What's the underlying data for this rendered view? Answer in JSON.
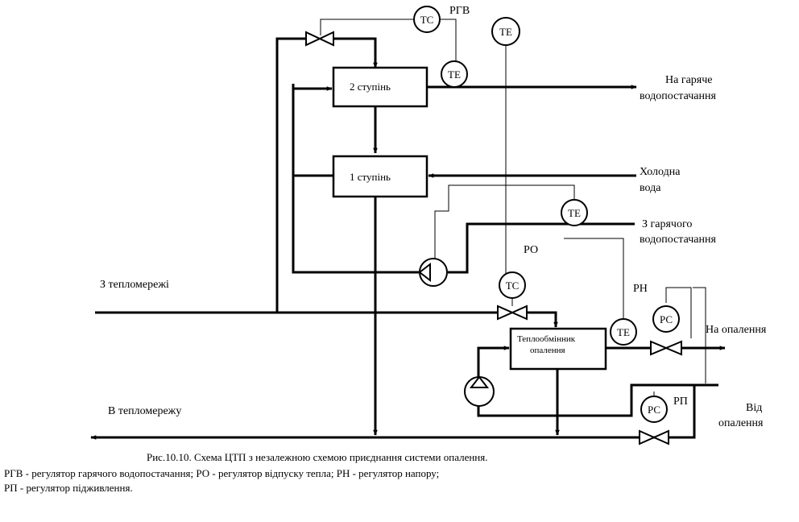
{
  "boxes": {
    "stage2": "2 ступінь",
    "stage1": "1 ступінь",
    "exchanger_line1": "Теплообмінник",
    "exchanger_line2": "опалення"
  },
  "instruments": {
    "tc": "ТС",
    "te": "ТЕ",
    "pc": "РС"
  },
  "regulator_tags": {
    "rgv": "РГВ",
    "ro": "РО",
    "rn": "РН",
    "rp": "РП"
  },
  "flows": {
    "hot_supply_line1": "На гаряче",
    "hot_supply_line2": "водопостачання",
    "cold_water_line1": "Холодна",
    "cold_water_line2": "вода",
    "hot_return_line1": "З гарячого",
    "hot_return_line2": "водопостачання",
    "from_network": "З тепломережі",
    "to_network": "В тепломережу",
    "to_heating": "На опалення",
    "from_heating_line1": "Від",
    "from_heating_line2": "опалення"
  },
  "caption": {
    "title": "Рис.10.10.  Схема ЦТП з незалежною схемою приєднання системи опалення.",
    "legend_line1": "РГВ - регулятор гарячого водопостачання; РО - регулятор відпуску тепла;  РН - регулятор напору;",
    "legend_line2": "РП - регулятор підживлення."
  }
}
